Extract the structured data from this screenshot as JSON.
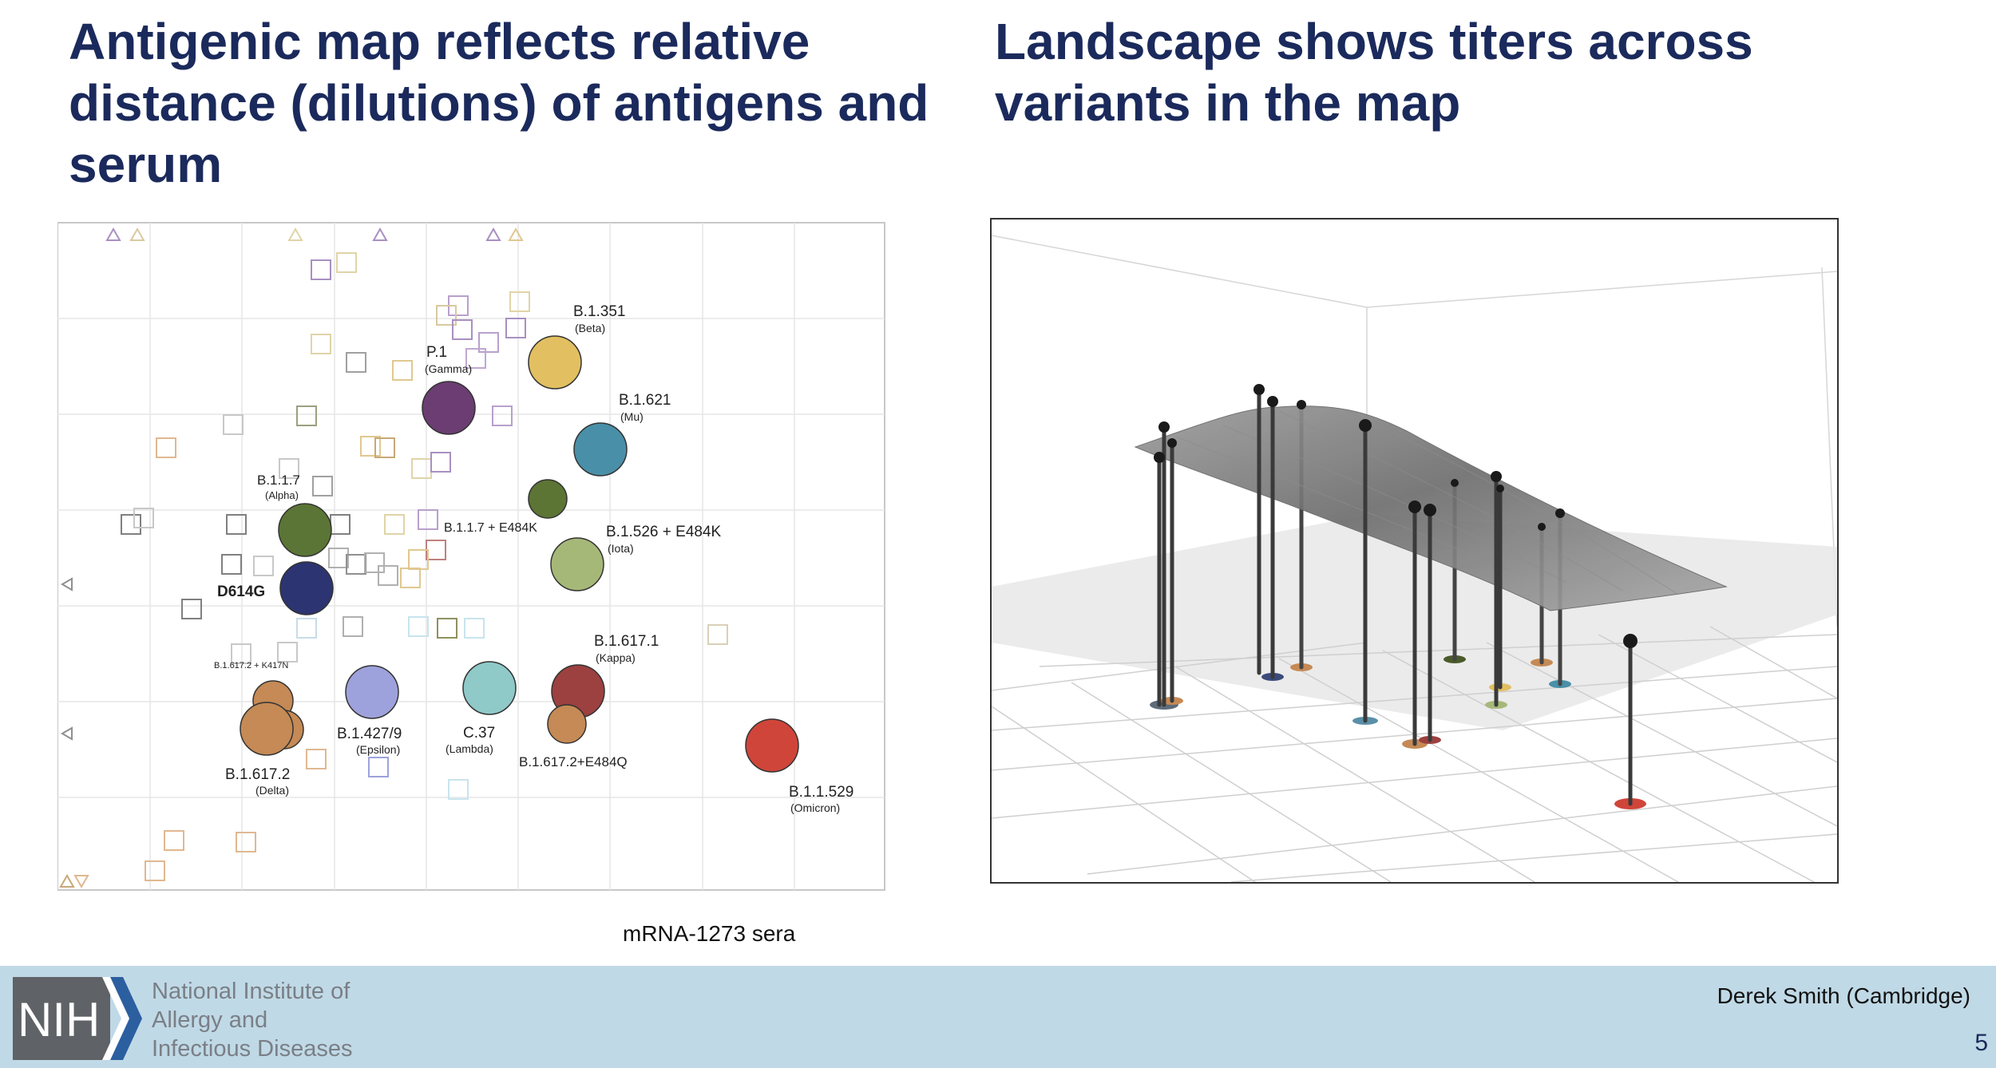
{
  "slide": {
    "left_title": "Antigenic map reflects relative distance (dilutions) of antigens and serum",
    "right_title": "Landscape shows titers across variants in the map",
    "caption": "mRNA-1273  sera",
    "credit": "Derek  Smith (Cambridge)",
    "page_number": "5"
  },
  "footer": {
    "logo_text": "NIH",
    "institute_lines": [
      "National Institute of",
      "Allergy and",
      "Infectious Diseases"
    ]
  },
  "colors": {
    "title": "#1b2a5c",
    "footer_bg": "#c0d9e6",
    "logo_box": "#5f6266",
    "logo_chevron": "#2c5fa0"
  },
  "antigenic_map": {
    "antigens": [
      {
        "label": "B.1.351",
        "sublabel": "(Beta)",
        "color": "#e2bf61"
      },
      {
        "label": "P.1",
        "sublabel": "(Gamma)",
        "color": "#6b3d72"
      },
      {
        "label": "B.1.621",
        "sublabel": "(Mu)",
        "color": "#4a8fa8"
      },
      {
        "label": "B.1.1.7",
        "sublabel": "(Alpha)",
        "color": "#5a7535"
      },
      {
        "label": "D614G",
        "sublabel": "",
        "color": "#2c3472"
      },
      {
        "label": "B.1.1.7 + E484K",
        "sublabel": "",
        "color": "#5c7434"
      },
      {
        "label": "B.1.526 + E484K",
        "sublabel": "(Iota)",
        "color": "#a6b878"
      },
      {
        "label": "B.1.617.1",
        "sublabel": "(Kappa)",
        "color": "#9c4040"
      },
      {
        "label": "B.1.617.2 + K417N",
        "sublabel": "",
        "color": "#c58a55"
      },
      {
        "label": "B.1.617.2",
        "sublabel": "(Delta)",
        "color": "#c58a55"
      },
      {
        "label": "B.1.427/9",
        "sublabel": "(Epsilon)",
        "color": "#9ea2dc"
      },
      {
        "label": "C.37",
        "sublabel": "(Lambda)",
        "color": "#8fc9c8"
      },
      {
        "label": "B.1.617.2+E484Q",
        "sublabel": "",
        "color": "#c58a55"
      },
      {
        "label": "B.1.1.529",
        "sublabel": "(Omicron)",
        "color": "#d0453a"
      }
    ]
  }
}
